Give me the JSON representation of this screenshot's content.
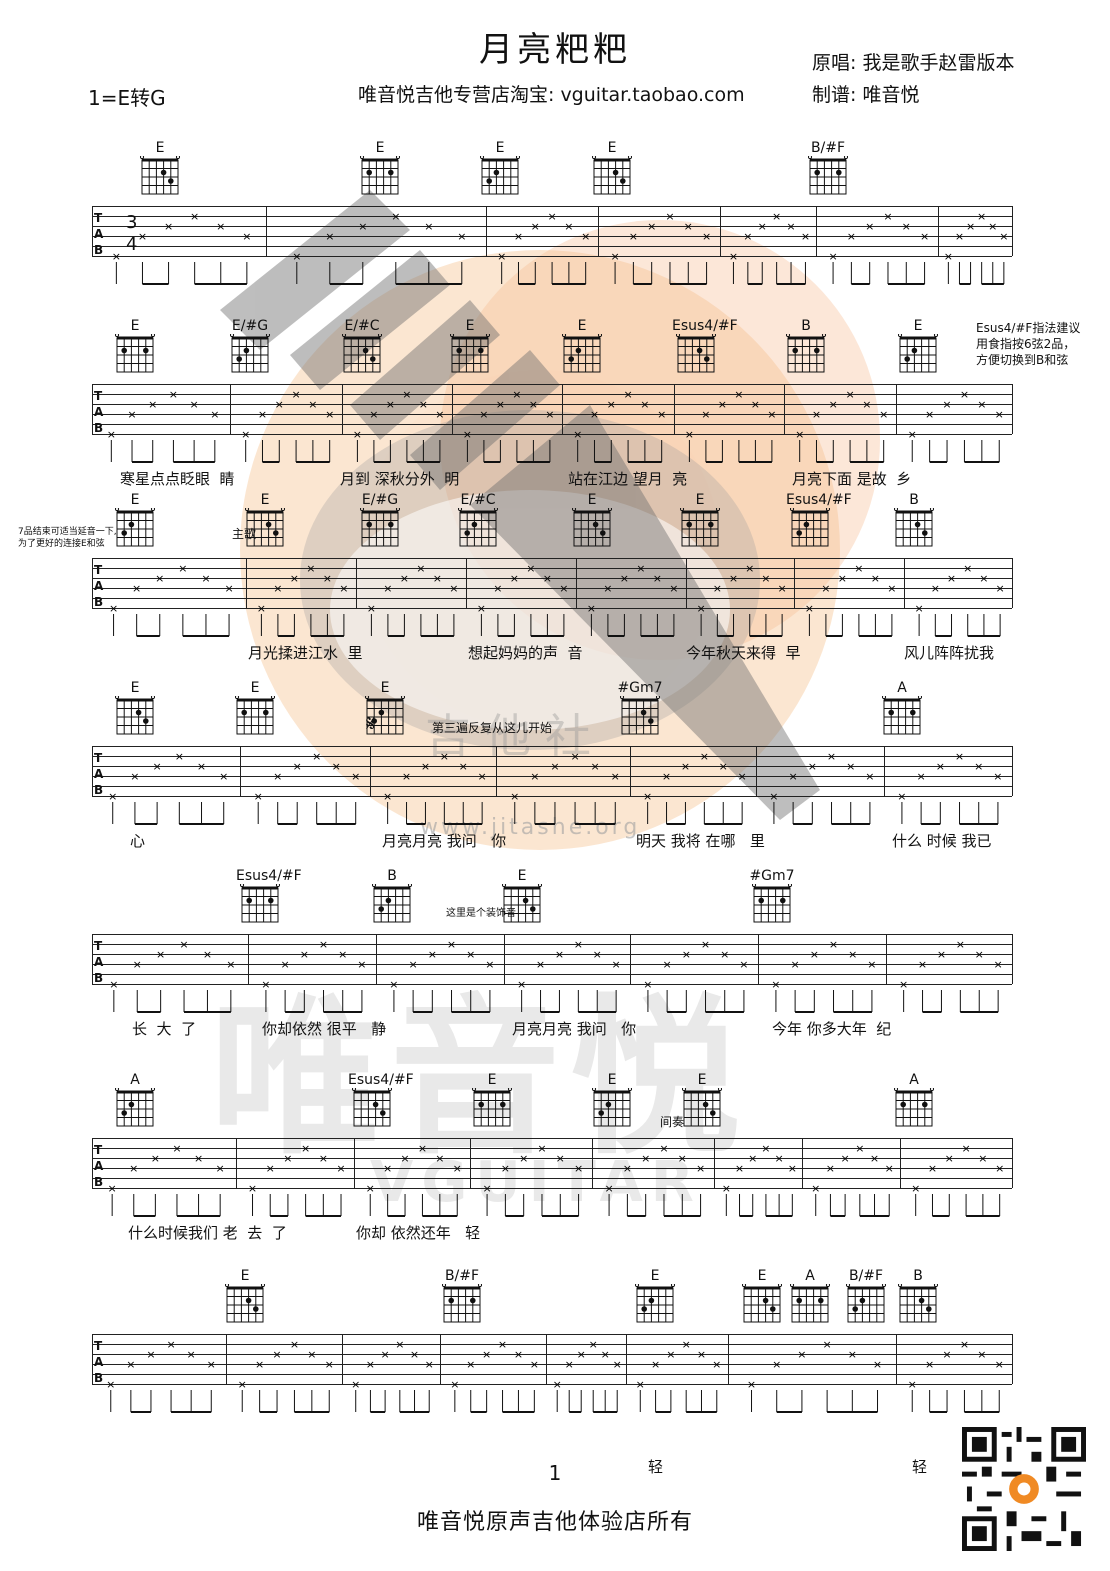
{
  "header": {
    "title": "月亮粑粑",
    "key": "1=E转G",
    "shop": "唯音悦吉他专营店淘宝: vguitar.taobao.com",
    "original_singer": "原唱:  我是歌手赵雷版本",
    "arranger": "制谱:  唯音悦"
  },
  "annotations": {
    "esus4_tip": "Esus4/#F指法建议\n用食指按6弦2品，\n方便切换到B和弦",
    "fret7_tip": "7品结束可适当延音一下,\n为了更好的连接E和弦",
    "verse": "主歌",
    "repeat_note": "第三遍反复从这儿开始",
    "ornament_note": "这里是个装饰音",
    "interlude": "间奏"
  },
  "systems": [
    {
      "chords": [
        "E",
        "E",
        "E",
        "E",
        "B/#F"
      ],
      "lyrics": ""
    },
    {
      "chords": [
        "E",
        "E/#G",
        "E/#C",
        "E",
        "E",
        "Esus4/#F",
        "B",
        "E"
      ],
      "lyrics": [
        "寒星点点眨眼  睛",
        "月到 深秋分外  明",
        "站在江边 望月  亮",
        "月亮下面 是故  乡"
      ]
    },
    {
      "chords": [
        "E",
        "E",
        "E/#G",
        "E/#C",
        "E",
        "E",
        "Esus4/#F",
        "B"
      ],
      "lyrics": [
        "月光揉进江水  里",
        "想起妈妈的声  音",
        "今年秋天来得  早",
        "风儿阵阵扰我"
      ]
    },
    {
      "chords": [
        "E",
        "E",
        "E",
        "#Gm7",
        "A"
      ],
      "lyrics": [
        "心",
        "月亮月亮 我问   你",
        "明天 我将 在哪   里",
        "什么 时候 我已"
      ]
    },
    {
      "chords": [
        "Esus4/#F",
        "B",
        "E",
        "#Gm7"
      ],
      "lyrics": [
        "长  大  了",
        "你却依然 很平   静",
        "月亮月亮 我问   你",
        "今年 你多大年  纪"
      ]
    },
    {
      "chords": [
        "A",
        "Esus4/#F",
        "E",
        "E",
        "E",
        "A"
      ],
      "lyrics": [
        "什么时候我们 老  去  了",
        "你却 依然还年   轻"
      ]
    },
    {
      "chords": [
        "E",
        "B/#F",
        "E",
        "E",
        "A",
        "B/#F",
        "B"
      ],
      "lyrics": [
        "轻",
        "轻"
      ]
    }
  ],
  "page_number": "1",
  "footer": "唯音悦原声吉他体验店所有",
  "watermark": {
    "big": "唯音悦",
    "sub": "VGUITAR",
    "site": "www.jitashe.org",
    "mid": "吉他社"
  },
  "colors": {
    "ink": "#111111",
    "watermark_orange": "#f6c9a0",
    "watermark_gray": "#8a8a8a"
  }
}
